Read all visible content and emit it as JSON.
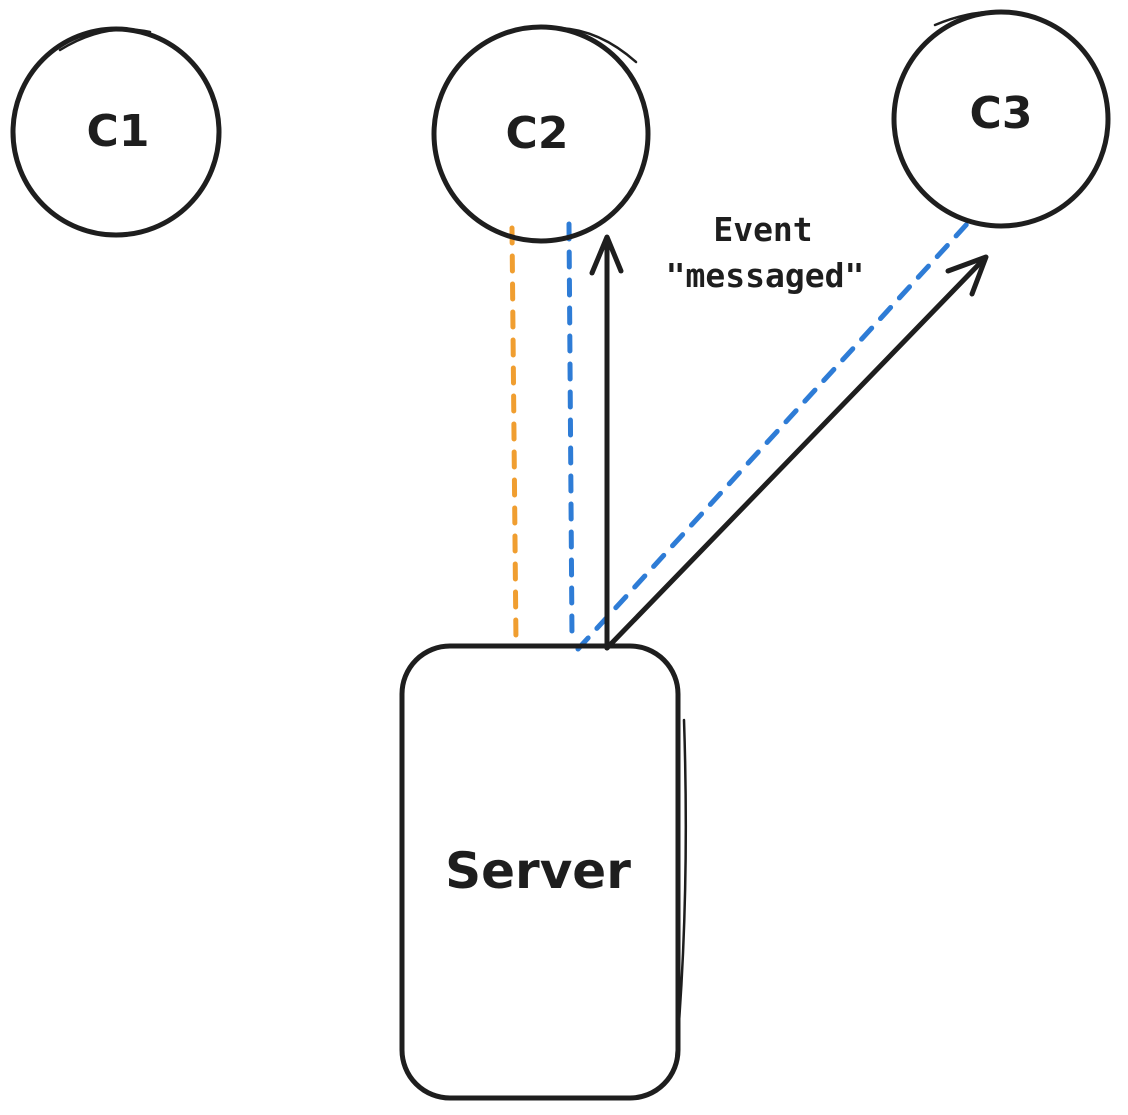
{
  "diagram": {
    "clients": [
      {
        "label": "C1"
      },
      {
        "label": "C2"
      },
      {
        "label": "C3"
      }
    ],
    "server": {
      "label": "Server"
    },
    "event_label": {
      "line1": "Event",
      "line2": "\"messaged\""
    },
    "colors": {
      "client_fill": "#a9e8ab",
      "server_fill": "#a5d8ff",
      "stroke": "#1e1e1e",
      "dash_orange": "#f09e30",
      "dash_blue": "#2e7cd6"
    },
    "connections": [
      {
        "from": "C2",
        "to": "Server",
        "style": "dashed",
        "color": "#f09e30"
      },
      {
        "from": "C2",
        "to": "Server",
        "style": "dashed",
        "color": "#2e7cd6"
      },
      {
        "from": "Server",
        "to": "C3",
        "style": "dashed",
        "color": "#2e7cd6"
      },
      {
        "from": "Server",
        "to": "C2",
        "style": "solid-arrow",
        "color": "#1e1e1e",
        "label": "Event \"messaged\""
      },
      {
        "from": "Server",
        "to": "C3",
        "style": "solid-arrow",
        "color": "#1e1e1e",
        "label": "Event \"messaged\""
      }
    ]
  }
}
